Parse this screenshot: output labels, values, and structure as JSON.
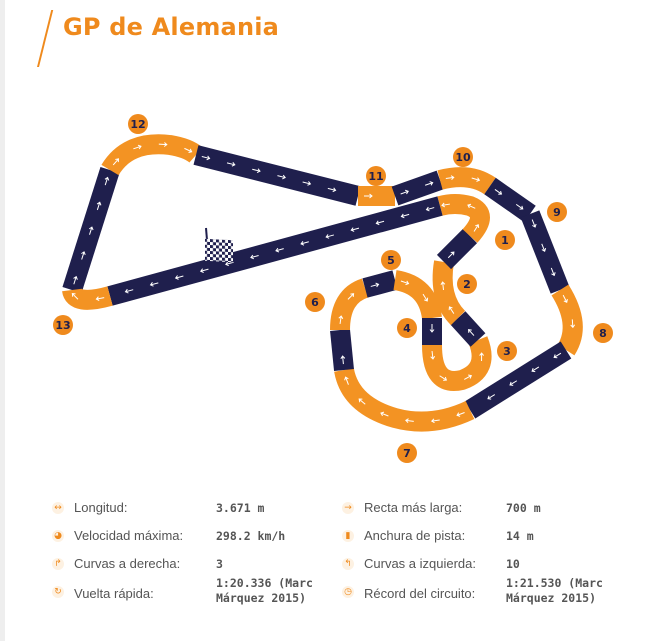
{
  "page": {
    "title": "GP de Alemania"
  },
  "colors": {
    "accent": "#ef8a1d",
    "track_dark": "#1f1f4d",
    "track_light": "#f39323"
  },
  "corners": [
    "1",
    "2",
    "3",
    "4",
    "5",
    "6",
    "7",
    "8",
    "9",
    "10",
    "11",
    "12",
    "13"
  ],
  "stats": {
    "left": [
      {
        "icon": "length-icon",
        "glyph": "↔",
        "label": "Longitud:",
        "value": "3.671 m"
      },
      {
        "icon": "speed-icon",
        "glyph": "◕",
        "label": "Velocidad máxima:",
        "value": "298.2 km/h"
      },
      {
        "icon": "right-turn-icon",
        "glyph": "↱",
        "label": "Curvas a derecha:",
        "value": "3"
      },
      {
        "icon": "lap-icon",
        "glyph": "↻",
        "label": "Vuelta rápida:",
        "value": "1:20.336 (Marc\nMárquez 2015)"
      }
    ],
    "right": [
      {
        "icon": "straight-icon",
        "glyph": "→",
        "label": "Recta más larga:",
        "value": "700 m"
      },
      {
        "icon": "track-width-icon",
        "glyph": "▮",
        "label": "Anchura de pista:",
        "value": "14 m"
      },
      {
        "icon": "left-turn-icon",
        "glyph": "↰",
        "label": "Curvas a izquierda:",
        "value": "10"
      },
      {
        "icon": "stopwatch-icon",
        "glyph": "◷",
        "label": "Récord del circuito:",
        "value": "1:21.530 (Marc\nMárquez 2015)"
      }
    ]
  }
}
